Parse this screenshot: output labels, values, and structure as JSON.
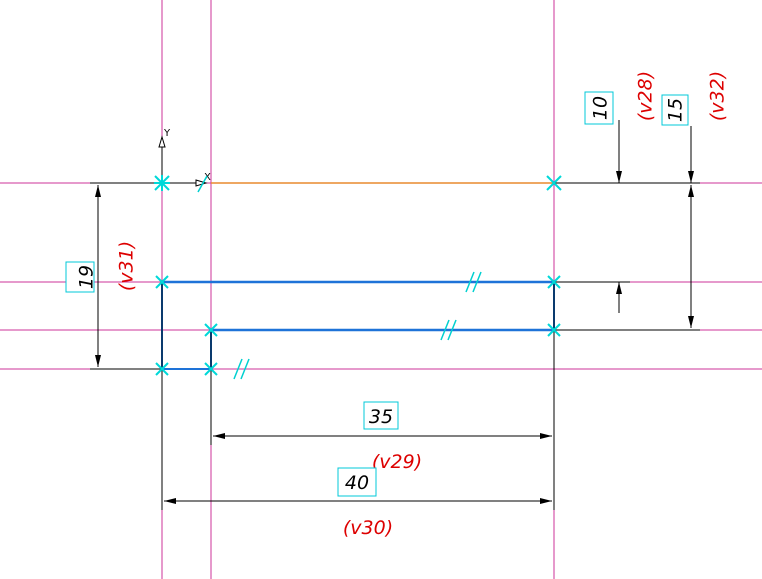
{
  "colors": {
    "construction": "#cc3399",
    "geometry_blue": "#1e73d8",
    "geometry_dark": "#0a3a6e",
    "geometry_orange": "#e98a2e",
    "point": "#00d8d8",
    "dimension_line": "#000000",
    "dimension_box": "#00c8d8",
    "variable": "#dd0000"
  },
  "axes": {
    "x_label": "X",
    "y_label": "Y"
  },
  "dimensions": {
    "d10": {
      "value": "10",
      "variable": "(v28)"
    },
    "d15": {
      "value": "15",
      "variable": "(v32)"
    },
    "d19": {
      "value": "19",
      "variable": "(v31)"
    },
    "d35": {
      "value": "35",
      "variable": "(v29)"
    },
    "d40": {
      "value": "40",
      "variable": "(v30)"
    }
  }
}
